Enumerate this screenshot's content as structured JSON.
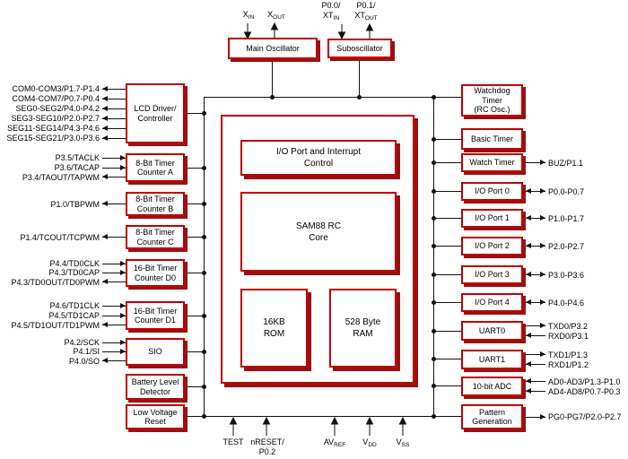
{
  "colors": {
    "box_border": "#c00000",
    "box_shadow": "#991111",
    "line": "#111111",
    "background": "#ffffff",
    "text": "#000000"
  },
  "oscillators": {
    "main": {
      "label": "Main Oscillator"
    },
    "sub": {
      "label": "Suboscillator"
    }
  },
  "top_pins": {
    "xin": {
      "base": "X",
      "sub": "IN"
    },
    "xout": {
      "base": "X",
      "sub": "OUT"
    },
    "p00": "P0.0/",
    "xtin": {
      "base": "XT",
      "sub": "IN"
    },
    "p01": "P0.1/",
    "xtout": {
      "base": "XT",
      "sub": "OUT"
    }
  },
  "bottom_pins": {
    "test": "TEST",
    "nreset": "nRESET/\nP0.2",
    "avref": {
      "base": "AV",
      "sub": "REF"
    },
    "vdd": {
      "base": "V",
      "sub": "DD"
    },
    "vss": {
      "base": "V",
      "sub": "SS"
    }
  },
  "core": {
    "io_interrupt": "I/O Port and Interrupt\nControl",
    "cpu": "SAM88 RC\nCore",
    "rom": "16KB\nROM",
    "ram": "528 Byte\nRAM"
  },
  "left_blocks": [
    {
      "label": "LCD Driver/\nController",
      "signals": [
        {
          "text": "COM0-COM3/P1.7-P1.4",
          "dir": "out"
        },
        {
          "text": "COM4-COM7/P0.7-P0.4",
          "dir": "out"
        },
        {
          "text": "SEG0-SEG2/P4.0-P4.2",
          "dir": "out"
        },
        {
          "text": "SEG3-SEG10/P2.0-P2.7",
          "dir": "out"
        },
        {
          "text": "SEG11-SEG14/P4.3-P4.6",
          "dir": "out"
        },
        {
          "text": "SEG15-SEG21/P3.0-P3.6",
          "dir": "out"
        }
      ]
    },
    {
      "label": "8-Bit Timer\nCounter A",
      "signals": [
        {
          "text": "P3.5/TACLK",
          "dir": "in"
        },
        {
          "text": "P3.6/TACAP",
          "dir": "in"
        },
        {
          "text": "P3.4/TAOUT/TAPWM",
          "dir": "out"
        }
      ]
    },
    {
      "label": "8-Bit Timer\nCounter B",
      "signals": [
        {
          "text": "P1.0/TBPWM",
          "dir": "out"
        }
      ]
    },
    {
      "label": "8-Bit Timer\nCounter C",
      "signals": [
        {
          "text": "P1.4/TCOUT/TCPWM",
          "dir": "out"
        }
      ]
    },
    {
      "label": "16-Bit Timer\nCounter D0",
      "signals": [
        {
          "text": "P4.4/TD0CLK",
          "dir": "in"
        },
        {
          "text": "P4.3/TD0CAP",
          "dir": "in"
        },
        {
          "text": "P4.3/TD0OUT/TD0PWM",
          "dir": "out"
        }
      ]
    },
    {
      "label": "16-Bit Timer\nCounter D1",
      "signals": [
        {
          "text": "P4.6/TD1CLK",
          "dir": "in"
        },
        {
          "text": "P4.5/TD1CAP",
          "dir": "in"
        },
        {
          "text": "P4.5/TD1OUT/TD1PWM",
          "dir": "out"
        }
      ]
    },
    {
      "label": "SIO",
      "signals": [
        {
          "text": "P4.2/SCK",
          "dir": "in"
        },
        {
          "text": "P4.1/SI",
          "dir": "in"
        },
        {
          "text": "P4.0/SO",
          "dir": "out"
        }
      ]
    },
    {
      "label": "Battery Level\nDetector",
      "signals": []
    },
    {
      "label": "Low Voltage\nReset",
      "signals": []
    }
  ],
  "right_blocks": [
    {
      "label": "Watchdog\nTimer\n(RC Osc.)",
      "signals": []
    },
    {
      "label": "Basic Timer",
      "signals": []
    },
    {
      "label": "Watch Timer",
      "signals": [
        {
          "text": "BUZ/P1.1",
          "dir": "out"
        }
      ]
    },
    {
      "label": "I/O Port 0",
      "signals": [
        {
          "text": "P0.0-P0.7",
          "dir": "bidir"
        }
      ]
    },
    {
      "label": "I/O Port 1",
      "signals": [
        {
          "text": "P1.0-P1.7",
          "dir": "bidir"
        }
      ]
    },
    {
      "label": "I/O Port 2",
      "signals": [
        {
          "text": "P2.0-P2.7",
          "dir": "bidir"
        }
      ]
    },
    {
      "label": "I/O Port 3",
      "signals": [
        {
          "text": "P3.0-P3.6",
          "dir": "bidir"
        }
      ]
    },
    {
      "label": "I/O Port 4",
      "signals": [
        {
          "text": "P4.0-P4.6",
          "dir": "bidir"
        }
      ]
    },
    {
      "label": "UART0",
      "signals": [
        {
          "text": "TXD0/P3.2",
          "dir": "out"
        },
        {
          "text": "RXD0/P3.1",
          "dir": "in"
        }
      ]
    },
    {
      "label": "UART1",
      "signals": [
        {
          "text": "TXD1/P1.3",
          "dir": "out"
        },
        {
          "text": "RXD1/P1.2",
          "dir": "in"
        }
      ]
    },
    {
      "label": "10-bit ADC",
      "signals": [
        {
          "text": "AD0-AD3/P1.3-P1.0",
          "dir": "in"
        },
        {
          "text": "AD4-AD8/P0.7-P0.3",
          "dir": "in"
        }
      ]
    },
    {
      "label": "Pattern\nGeneration",
      "signals": [
        {
          "text": "PG0-PG7/P2.0-P2.7",
          "dir": "out"
        }
      ]
    }
  ]
}
